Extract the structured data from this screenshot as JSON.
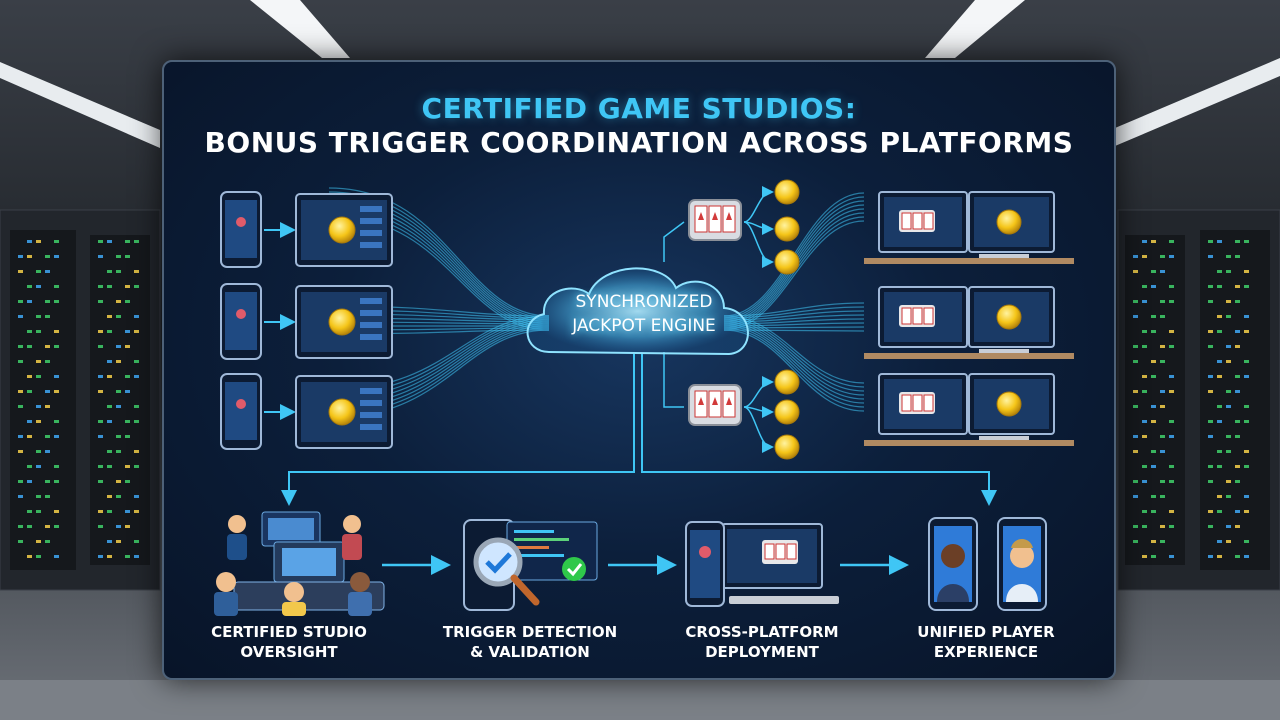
{
  "title_line1": "CERTIFIED GAME STUDIOS:",
  "title_line2": "BONUS TRIGGER COORDINATION ACROSS PLATFORMS",
  "engine": {
    "line1": "SYNCHRONIZED",
    "line2": "JACKPOT ENGINE"
  },
  "stages": [
    {
      "line1": "CERTIFIED STUDIO",
      "line2": "OVERSIGHT",
      "icon": "studio-team-icon"
    },
    {
      "line1": "TRIGGER DETECTION",
      "line2": "& VALIDATION",
      "icon": "magnifier-check-icon"
    },
    {
      "line1": "CROSS-PLATFORM",
      "line2": "DEPLOYMENT",
      "icon": "devices-icon"
    },
    {
      "line1": "UNIFIED PLAYER",
      "line2": "EXPERIENCE",
      "icon": "player-phones-icon"
    }
  ],
  "colors": {
    "accent": "#3fc6f5",
    "panel": "#0c1f3b",
    "coin": "#f5c518",
    "check": "#2fc84a"
  }
}
